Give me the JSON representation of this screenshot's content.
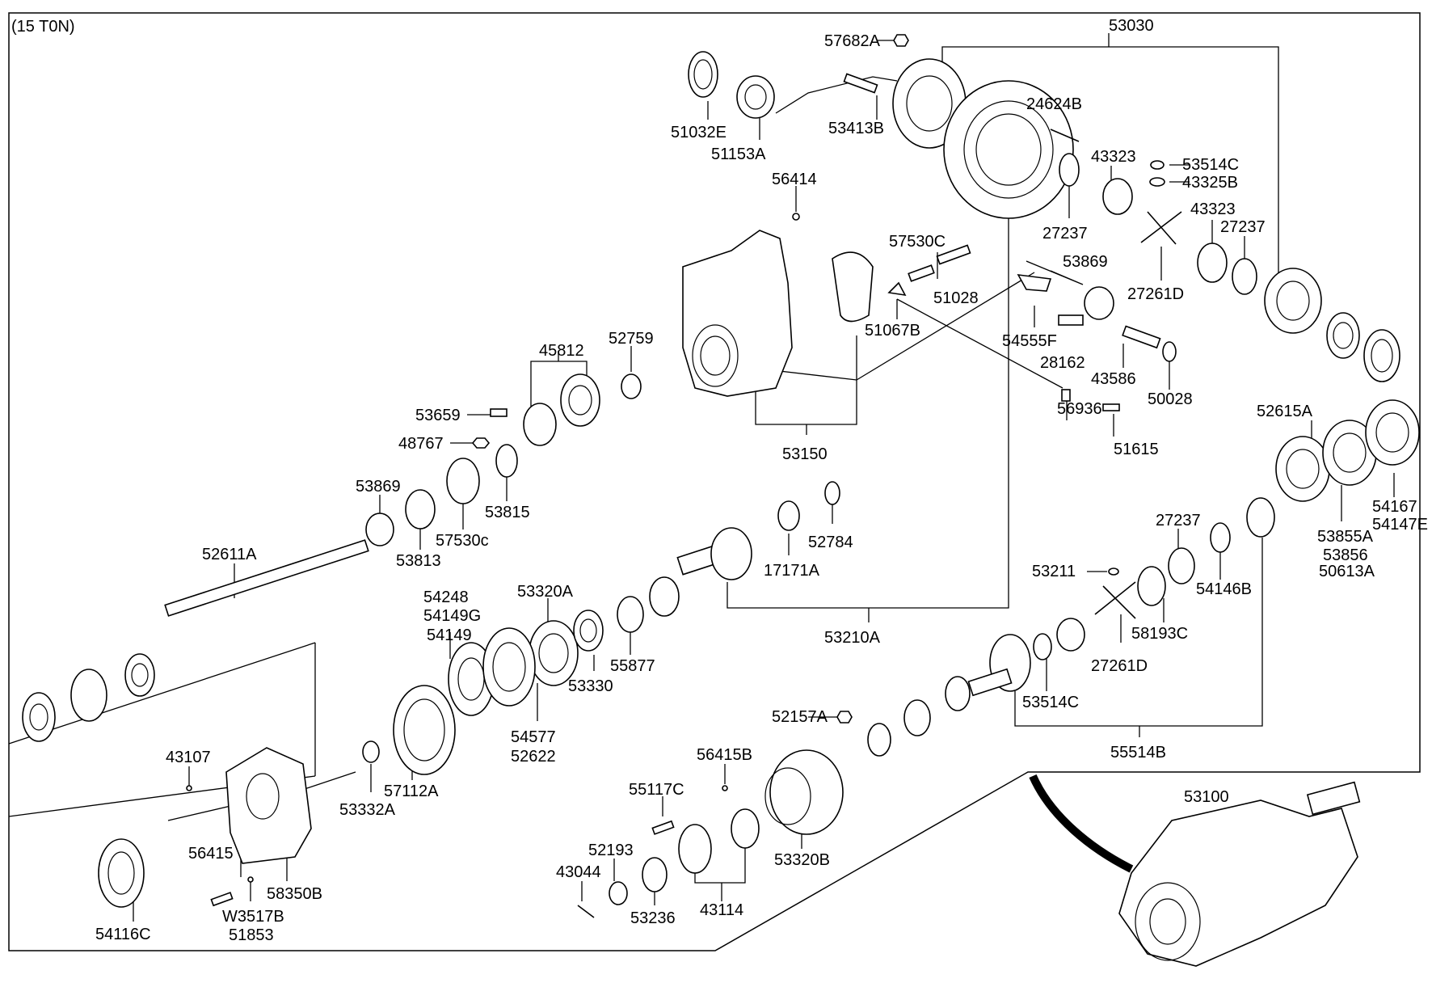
{
  "diagram": {
    "variant_label": "(15 T0N)",
    "part_labels": [
      "53030",
      "57682A",
      "51032E",
      "51153A",
      "53413B",
      "24624B",
      "43323",
      "53514C",
      "43325B",
      "27237",
      "43323",
      "27237",
      "56414",
      "57530C",
      "51028",
      "53869",
      "27261D",
      "51067B",
      "54555F",
      "28162",
      "43586",
      "50028",
      "45812",
      "52759",
      "53150",
      "53659",
      "48767",
      "56936",
      "51615",
      "53869",
      "53815",
      "53813",
      "57530c",
      "52615A",
      "52784",
      "17171A",
      "54167",
      "54147E",
      "27237",
      "53855A",
      "53856",
      "50613A",
      "52611A",
      "53211",
      "54146B",
      "53320A",
      "54248",
      "54149G",
      "54149",
      "58193C",
      "27261D",
      "55877",
      "53330",
      "53210A",
      "53514C",
      "52157A",
      "54577",
      "52622",
      "55514B",
      "43107",
      "56415B",
      "57112A",
      "53332A",
      "55117C",
      "53100",
      "53320B",
      "52193",
      "56415",
      "58350B",
      "43044",
      "W3517B",
      "51853",
      "53236",
      "43114",
      "54116C"
    ]
  }
}
